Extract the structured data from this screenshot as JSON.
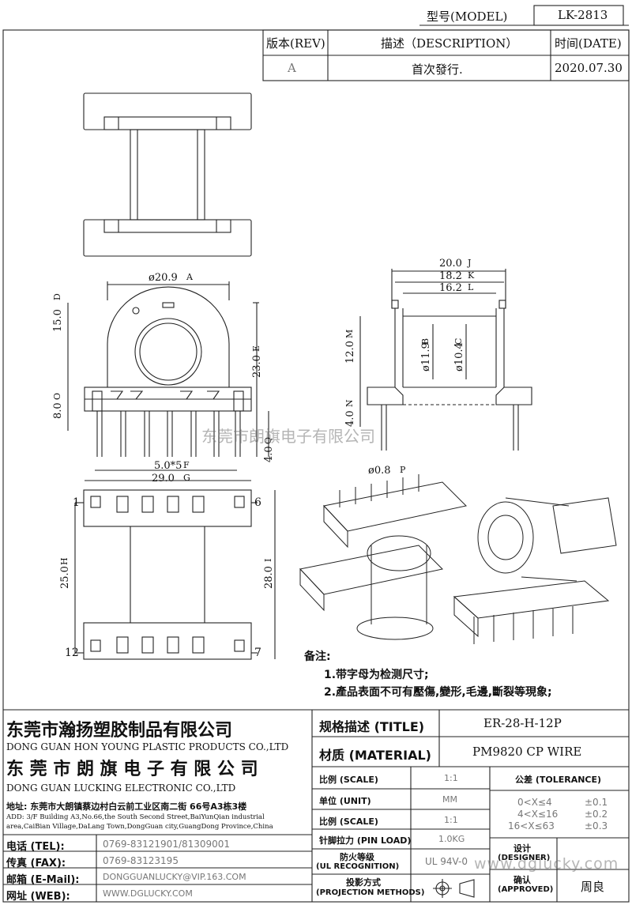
{
  "header": {
    "model_label": "型号(MODEL)",
    "model_value": "LK-2813",
    "rev_header": "版本(REV)",
    "desc_header": "描述（DESCRIPTION）",
    "date_header": "时间(DATE)",
    "rev_value": "A",
    "desc_value": "首次發行.",
    "date_value": "2020.07.30"
  },
  "dimensions": {
    "d20_9": "ø20.9",
    "l15_0": "15.0",
    "l23_0": "23.0",
    "l8_0": "8.0",
    "l4_0_front": "4.0",
    "l5x5": "5.0*5",
    "l29_0": "29.0",
    "l20_0": "20.0",
    "l18_2": "18.2",
    "l16_2": "16.2",
    "l12_0": "12.0",
    "d11_9": "ø11.9",
    "d10_4": "ø10.4",
    "l4_0_side": "4.0",
    "d0_8": "ø0.8",
    "l25_0": "25.0",
    "l28_0": "28.0",
    "pin1": "1",
    "pin6": "6",
    "pin12": "12",
    "pin7": "7",
    "tag_a": "A",
    "tag_b": "B",
    "tag_c": "C",
    "tag_d": "D",
    "tag_e": "E",
    "tag_f": "F",
    "tag_g": "G",
    "tag_h": "H",
    "tag_i": "I",
    "tag_j": "J",
    "tag_k": "K",
    "tag_l": "L",
    "tag_m": "M",
    "tag_n": "N",
    "tag_o": "O",
    "tag_p": "P",
    "tag_q": "Q"
  },
  "notes": {
    "title": "备注:",
    "note1": "1.带字母为检测尺寸;",
    "note2": "2.產品表面不可有壓傷,變形,毛邊,斷裂等現象;"
  },
  "watermark": {
    "cn": "东莞市朗旗电子有限公司",
    "url": "www.dglucky.com"
  },
  "company": {
    "name1_cn": "东莞市瀚扬塑胶制品有限公司",
    "name1_en": "DONG GUAN HON YOUNG PLASTIC PRODUCTS CO.,LTD",
    "name2_cn": "东 莞 市 朗 旗 电 子 有 限 公 司",
    "name2_en": "DONG GUAN LUCKING ELECTRONIC CO.,LTD",
    "addr_cn": "地址: 东莞市大朗镇蔡边村白云前工业区南二街 66号A3栋3楼",
    "addr_en1": "ADD: 3/F Building A3,No.66,the South Second Street,BaiYunQian industrial",
    "addr_en2": "area,CaiBian Village,DaLang Town,DongGuan city,GuangDong Province,China"
  },
  "contact": {
    "tel_label": "电话 (TEL):",
    "tel_value": "0769-83121901/81309001",
    "fax_label": "传真 (FAX):",
    "fax_value": "0769-83123195",
    "email_label": "邮箱 (E-Mail):",
    "email_value": "DONGGUANLUCKY@VIP.163.COM",
    "web_label": "网址 (WEB):",
    "web_value": "WWW.DGLUCKY.COM"
  },
  "spec": {
    "title_label": "规格描述 (TITLE)",
    "title_value": "ER-28-H-12P",
    "material_label": "材质 (MATERIAL)",
    "material_value": "PM9820  CP WIRE",
    "scale_label": "比例 (SCALE)",
    "scale_value": "1:1",
    "unit_label": "单位 (UNIT)",
    "unit_value": "MM",
    "scale2_label": "比例 (SCALE)",
    "scale2_value": "1:1",
    "pinload_label": "针脚拉力 (PIN LOAD)",
    "pinload_value": "1.0KG",
    "flame_label1": "防火等级",
    "flame_label2": "(UL RECOGNITION)",
    "flame_value": "UL 94V-0",
    "proj_label1": "投影方式",
    "proj_label2": "(PROJECTION METHODS)",
    "tol_label": "公差 (TOLERANCE)",
    "tol1_range": "0<X≤4",
    "tol1_value": "±0.1",
    "tol2_range": "4<X≤16",
    "tol2_value": "±0.2",
    "tol3_range": "16<X≤63",
    "tol3_value": "±0.3",
    "designer_label1": "设计",
    "designer_label2": "(DESIGNER)",
    "approved_label1": "确认",
    "approved_label2": "(APPROVED)",
    "approved_value": "周良"
  }
}
